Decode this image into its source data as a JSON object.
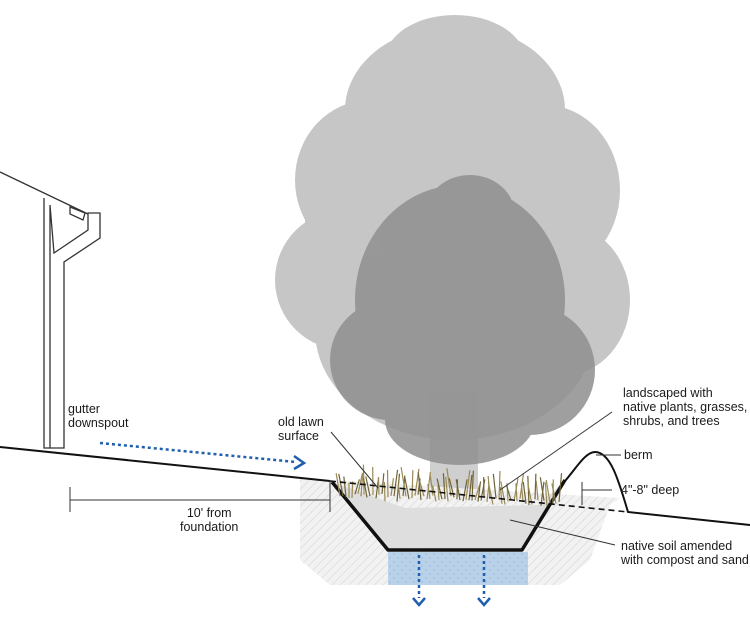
{
  "labels": {
    "gutter": "gutter\ndownspout",
    "old_lawn": "old lawn\nsurface",
    "landscaped": "landscaped with\nnative plants, grasses,\nshrubs, and trees",
    "berm": "berm",
    "depth": "4\"-8\" deep",
    "distance": "10' from\nfoundation",
    "soil": "native soil amended\nwith compost and sand"
  },
  "colors": {
    "tree_light": "#b9b9b9",
    "tree_dark": "#8e8e8e",
    "water": "#1f5fae",
    "gravel": "#b7d0e8",
    "soil": "#d9d9d9",
    "grass": "#9a8a55"
  }
}
